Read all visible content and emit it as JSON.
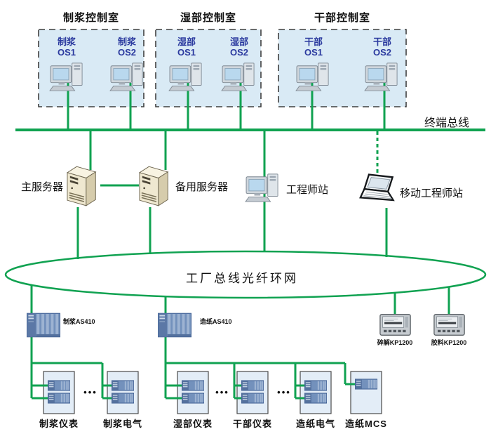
{
  "diagram": {
    "bus_label": "终端总线",
    "ring_label": "工厂总线光纤环网",
    "rooms": [
      {
        "title": "制浆控制室",
        "os1": "制浆\nOS1",
        "os2": "制浆\nOS2"
      },
      {
        "title": "湿部控制室",
        "os1": "湿部\nOS1",
        "os2": "湿部\nOS2"
      },
      {
        "title": "干部控制室",
        "os1": "干部\nOS1",
        "os2": "干部\nOS2"
      }
    ],
    "servers": {
      "main": "主服务器",
      "backup": "备用服务器"
    },
    "engineer_station": "工程师站",
    "mobile_engineer_station": "移动工程师站",
    "controllers": [
      {
        "label": "制浆AS410"
      },
      {
        "label": "造纸AS410"
      }
    ],
    "panels": [
      {
        "label": "碎解KP1200"
      },
      {
        "label": "胶料KP1200"
      }
    ],
    "cabinets": [
      {
        "label": "制浆仪表"
      },
      {
        "label": "制浆电气"
      },
      {
        "label": "湿部仪表"
      },
      {
        "label": "干部仪表"
      },
      {
        "label": "造纸电气"
      },
      {
        "label": "造纸MCS"
      }
    ],
    "ellipsis": "•••",
    "colors": {
      "line_green": "#10a251",
      "room_fill": "#d9eaf5",
      "cabinet_fill": "#e3edf7",
      "os_text_blue": "#2b3a9f"
    }
  }
}
